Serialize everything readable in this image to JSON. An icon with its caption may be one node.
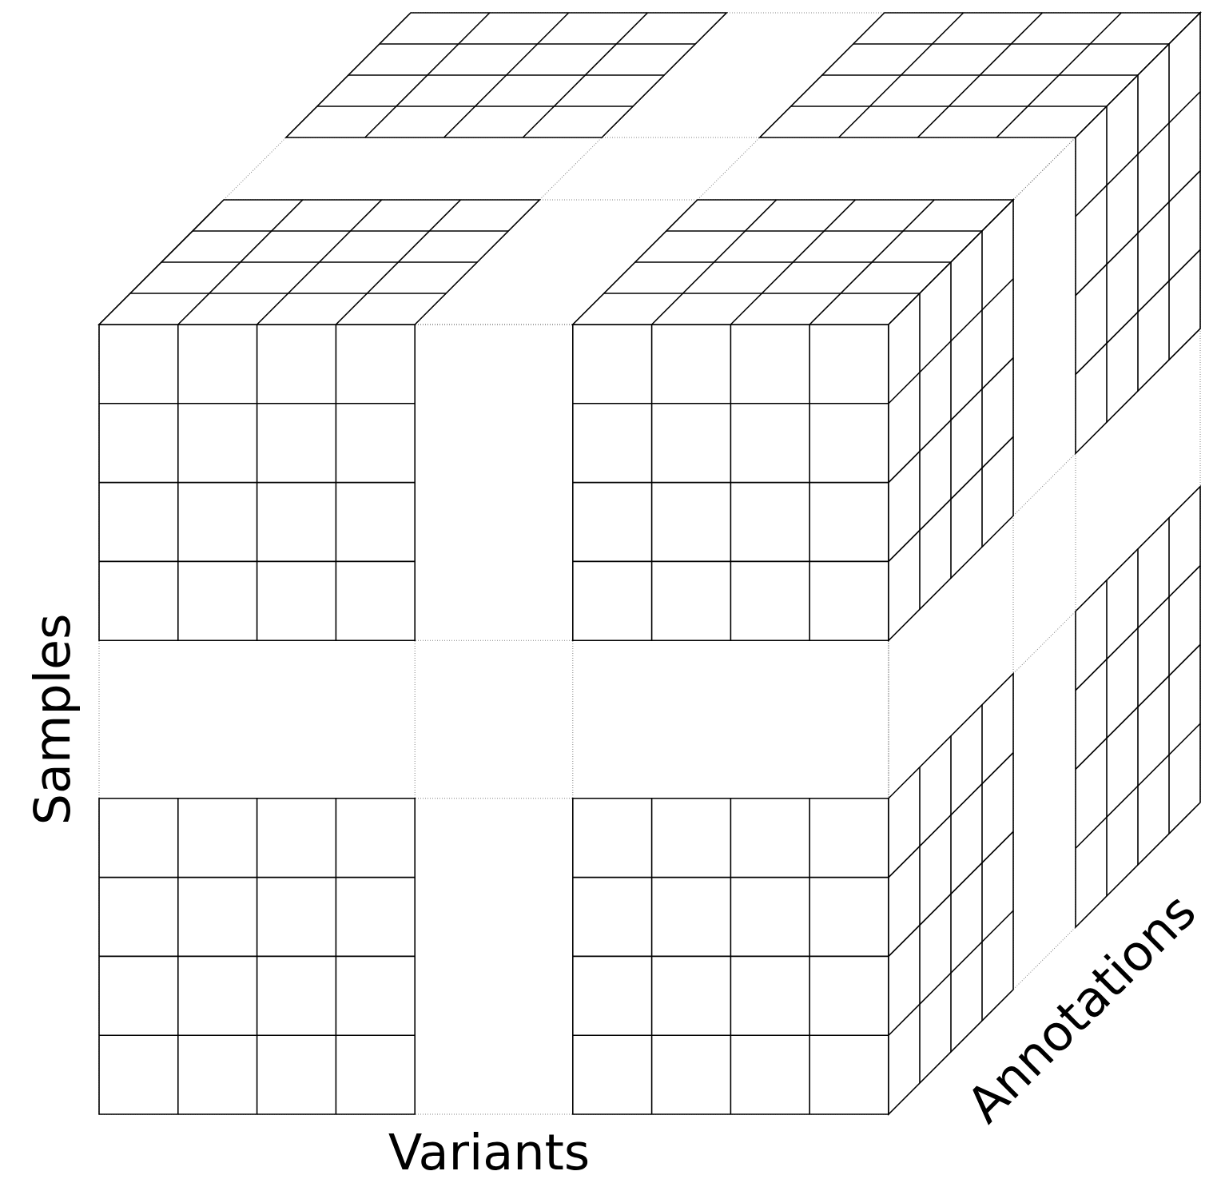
{
  "diagram": {
    "labels": [
      "Samples",
      "Variants",
      "Annotations"
    ]
  }
}
